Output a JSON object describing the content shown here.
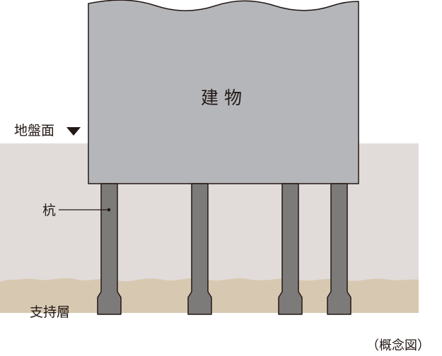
{
  "labels": {
    "building": "建 物",
    "ground_surface": "地盤面",
    "pile": "杭",
    "bearing_layer": "支持層",
    "note": "（概念図）"
  },
  "pile_count": 4,
  "colors": {
    "background": "#ffffff",
    "soil": "#e1dcda",
    "bearing_layer": "#d7c9b1",
    "building": "#b5b6ba",
    "building_stroke": "#231815",
    "pile": "#7d7b7a",
    "pile_stroke": "#231815",
    "text": "#231815"
  }
}
